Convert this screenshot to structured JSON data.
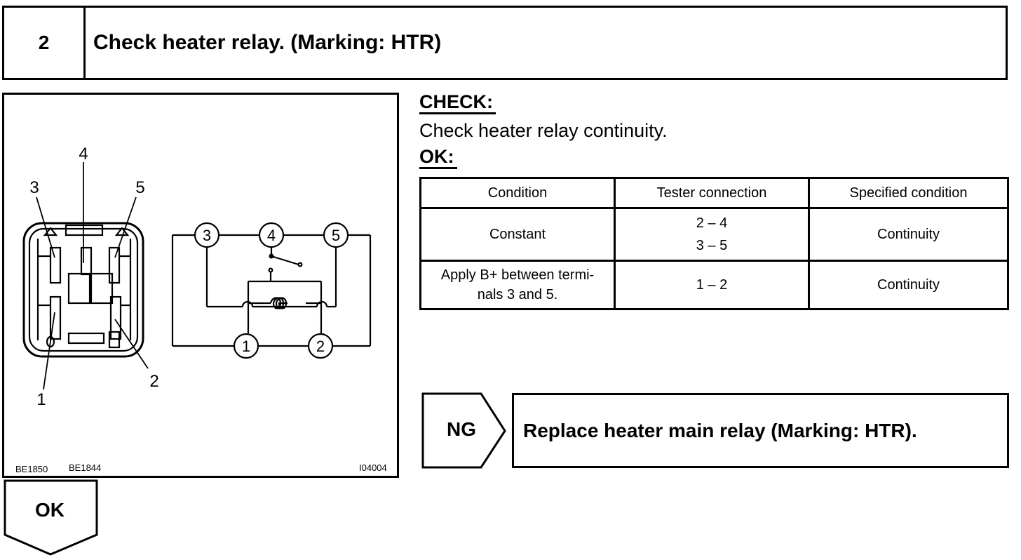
{
  "step": {
    "number": "2",
    "title": "Check heater relay. (Marking: HTR)"
  },
  "figure": {
    "codes": [
      "BE1850",
      "BE1844"
    ],
    "figure_id": "I04004",
    "relay_terminal_labels": [
      "1",
      "2",
      "3",
      "4",
      "5"
    ],
    "circuit_terminal_labels": [
      "1",
      "2",
      "3",
      "4",
      "5"
    ]
  },
  "check": {
    "label": "CHECK:",
    "description": "Check heater relay continuity."
  },
  "ok": {
    "label": "OK:"
  },
  "table": {
    "headers": [
      "Condition",
      "Tester connection",
      "Specified condition"
    ],
    "rows": [
      {
        "condition": "Constant",
        "connection": [
          "2 – 4",
          "3 – 5"
        ],
        "spec": "Continuity"
      },
      {
        "condition": [
          "Apply B+ between termi-",
          "nals 3 and 5."
        ],
        "connection": [
          "1 – 2"
        ],
        "spec": "Continuity"
      }
    ]
  },
  "ng": {
    "label": "NG",
    "action": "Replace heater main relay (Marking: HTR)."
  },
  "ok_flow": {
    "label": "OK"
  }
}
